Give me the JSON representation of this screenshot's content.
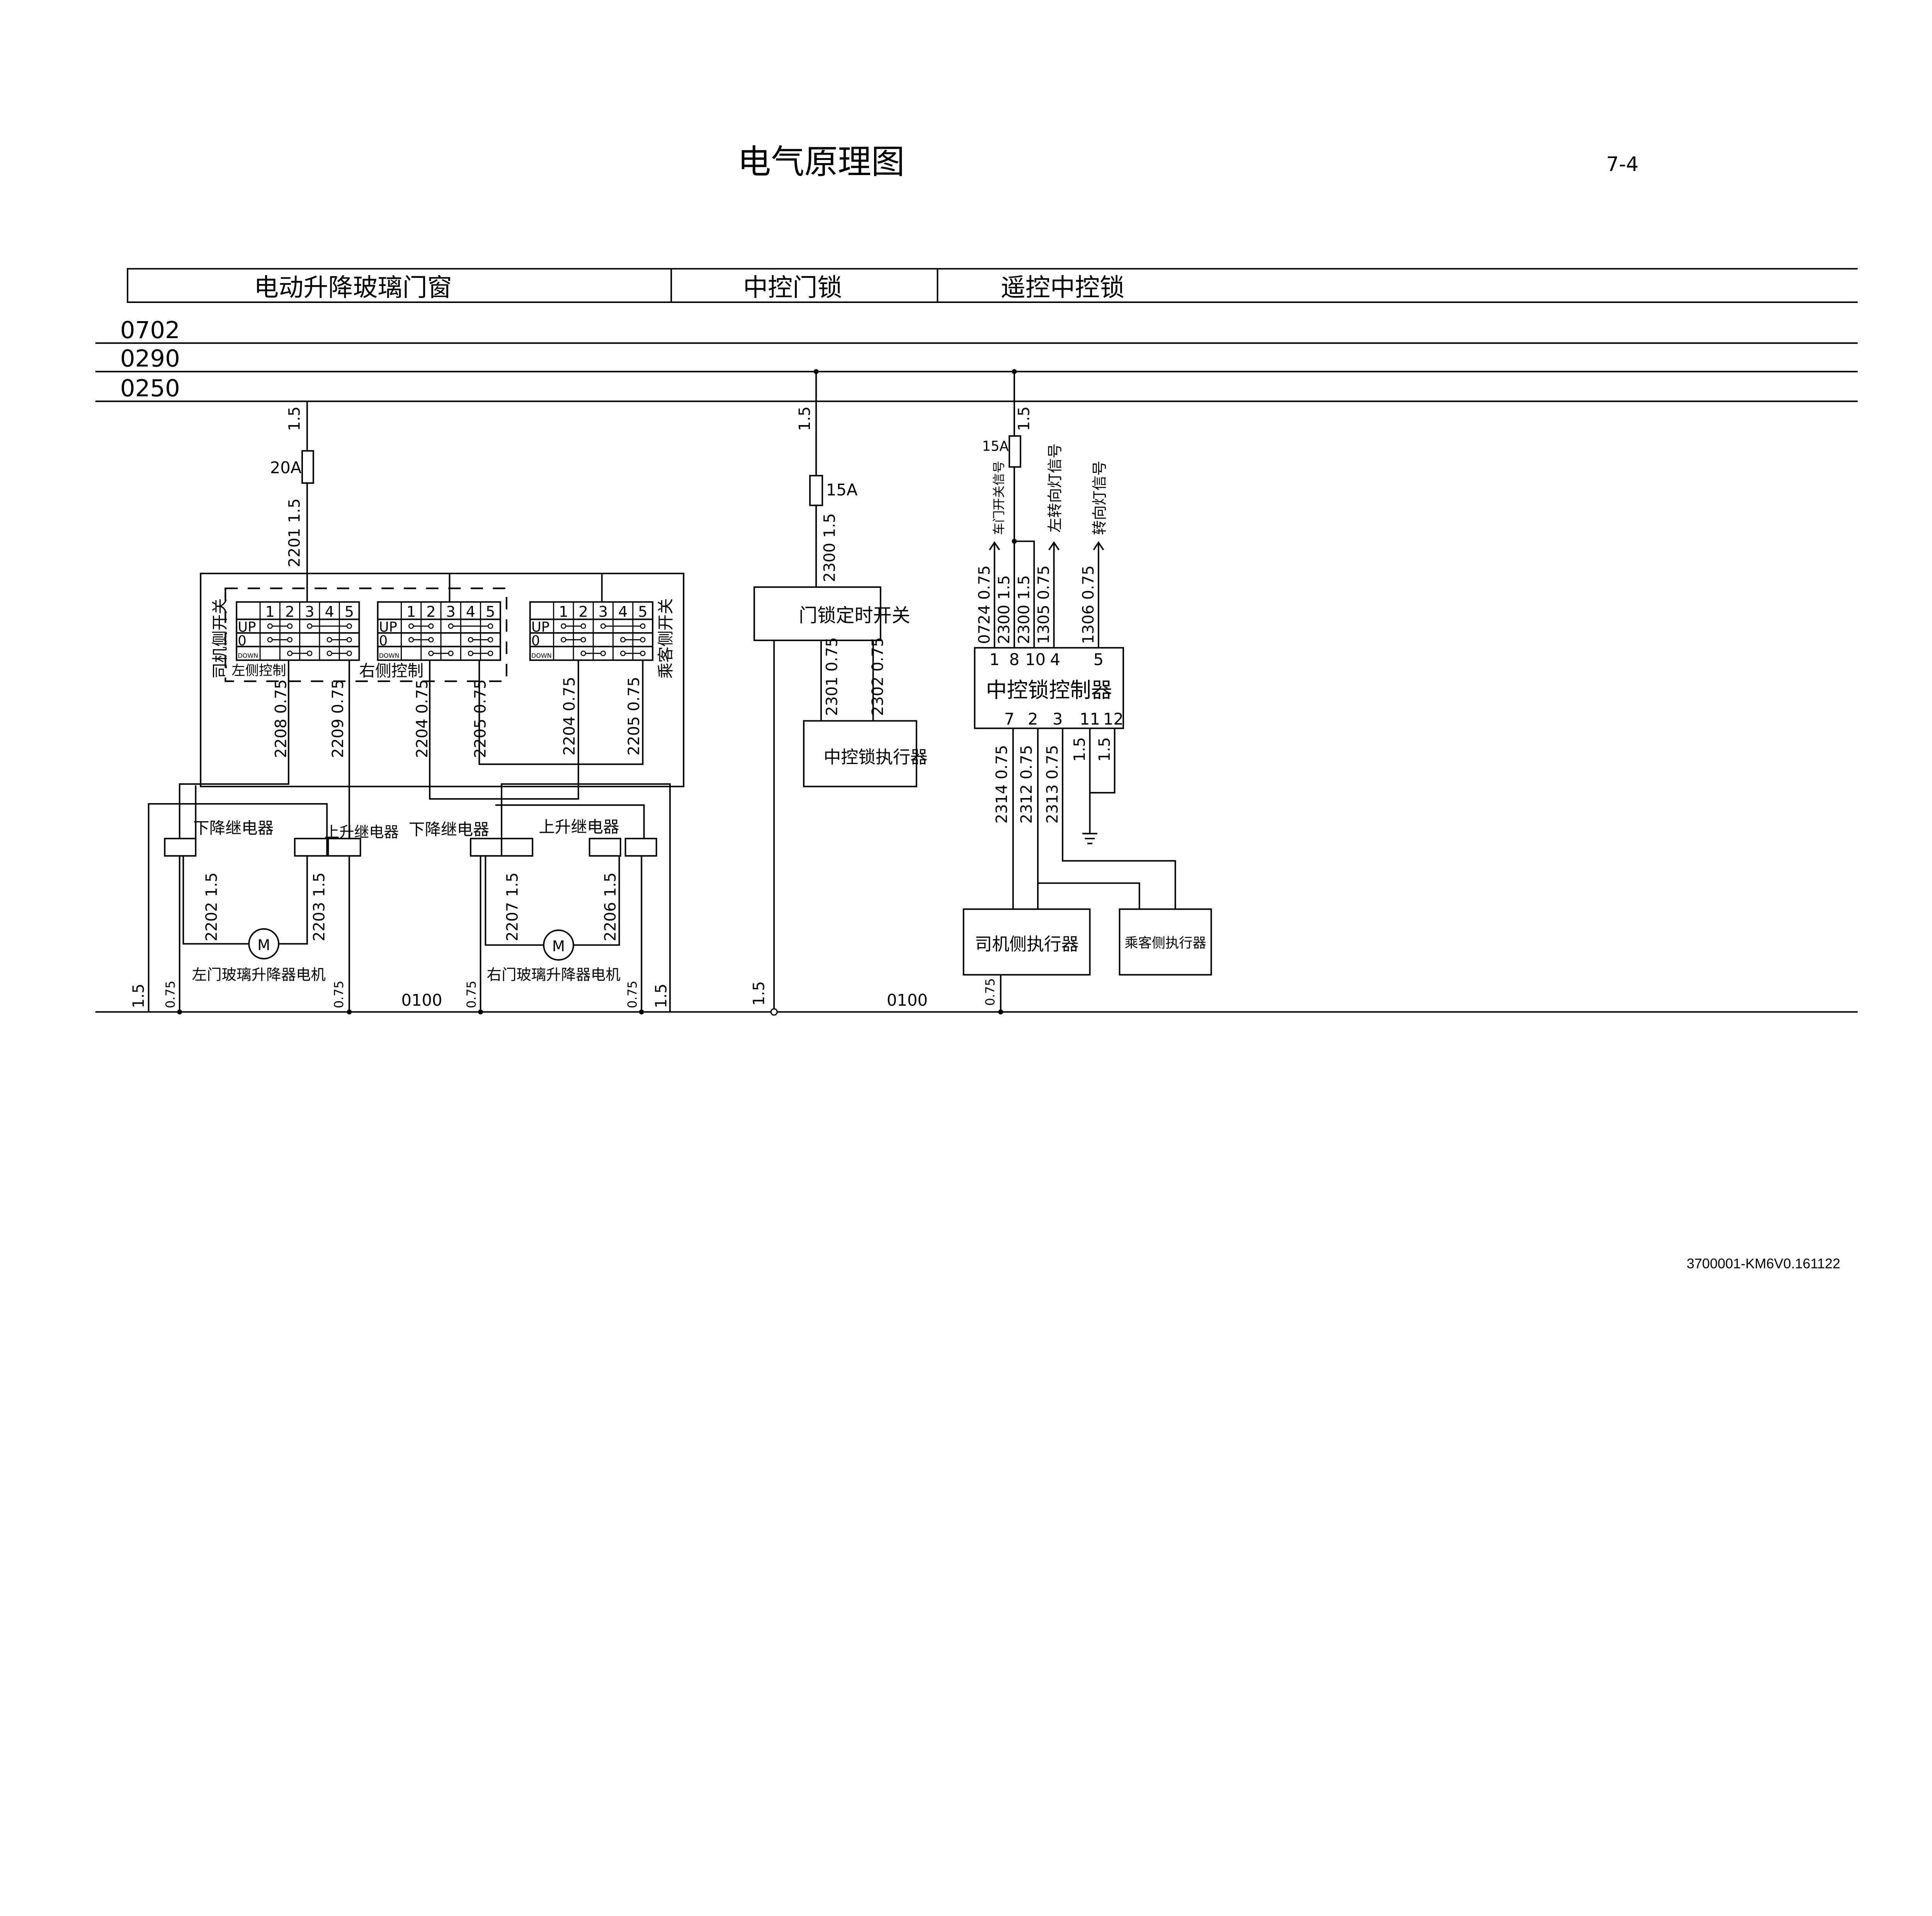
{
  "title": "电气原理图",
  "page_number": "7-4",
  "doc_code": "3700001-KM6V0.161122",
  "sections": [
    "电动升降玻璃门窗",
    "中控门锁",
    "遥控中控锁"
  ],
  "buses": [
    "0702",
    "0290",
    "0250"
  ],
  "ground": {
    "label_left": "0100",
    "label_right": "0100"
  },
  "window": {
    "fuse": "20A",
    "wire_in_top": "1.5",
    "wire_in": "2201 1.5",
    "switch_cols": [
      "1",
      "2",
      "3",
      "4",
      "5"
    ],
    "switch_rows": [
      "UP",
      "0",
      "DOWN"
    ],
    "driver_switch": "司机侧开关",
    "passenger_switch": "乘客侧开关",
    "left_control": "左侧控制",
    "right_control": "右侧控制",
    "wires": [
      "2208 0.75",
      "2209 0.75",
      "2204 0.75",
      "2205 0.75",
      "2204 0.75",
      "2205 0.75"
    ],
    "relays": [
      "下降继电器",
      "上升继电器",
      "下降继电器",
      "上升继电器"
    ],
    "motor_wires": [
      "2202 1.5",
      "2203 1.5",
      "2207 1.5",
      "2206 1.5"
    ],
    "motor_symbol": "M",
    "left_motor": "左门玻璃升降器电机",
    "right_motor": "右门玻璃升降器电机",
    "ground_wires": [
      "1.5",
      "0.75",
      "0.75",
      "0.75",
      "0.75",
      "1.5"
    ]
  },
  "central_lock": {
    "wire_top": "1.5",
    "fuse": "15A",
    "wire_in": "2300 1.5",
    "timer_switch": "门锁定时开关",
    "wires": [
      "2301 0.75",
      "2302 0.75"
    ],
    "actuator": "中控锁执行器",
    "ground_wire": "1.5"
  },
  "remote_lock": {
    "wire_top": "1.5",
    "fuse": "15A",
    "signals": [
      "车门开关信号",
      "左转向灯信号",
      "转向灯信号"
    ],
    "top_wires": [
      "0724 0.75",
      "2300 1.5",
      "2300 1.5",
      "1305 0.75",
      "1306 0.75"
    ],
    "top_pins": [
      "1",
      "8",
      "10",
      "4",
      "5"
    ],
    "controller": "中控锁控制器",
    "bottom_pins": [
      "7",
      "2",
      "3",
      "11",
      "12"
    ],
    "bottom_wires": [
      "2314 0.75",
      "2312 0.75",
      "2313 0.75",
      "1.5",
      "1.5"
    ],
    "driver_actuator": "司机侧执行器",
    "passenger_actuator": "乘客侧执行器",
    "ground_wire": "0.75"
  }
}
